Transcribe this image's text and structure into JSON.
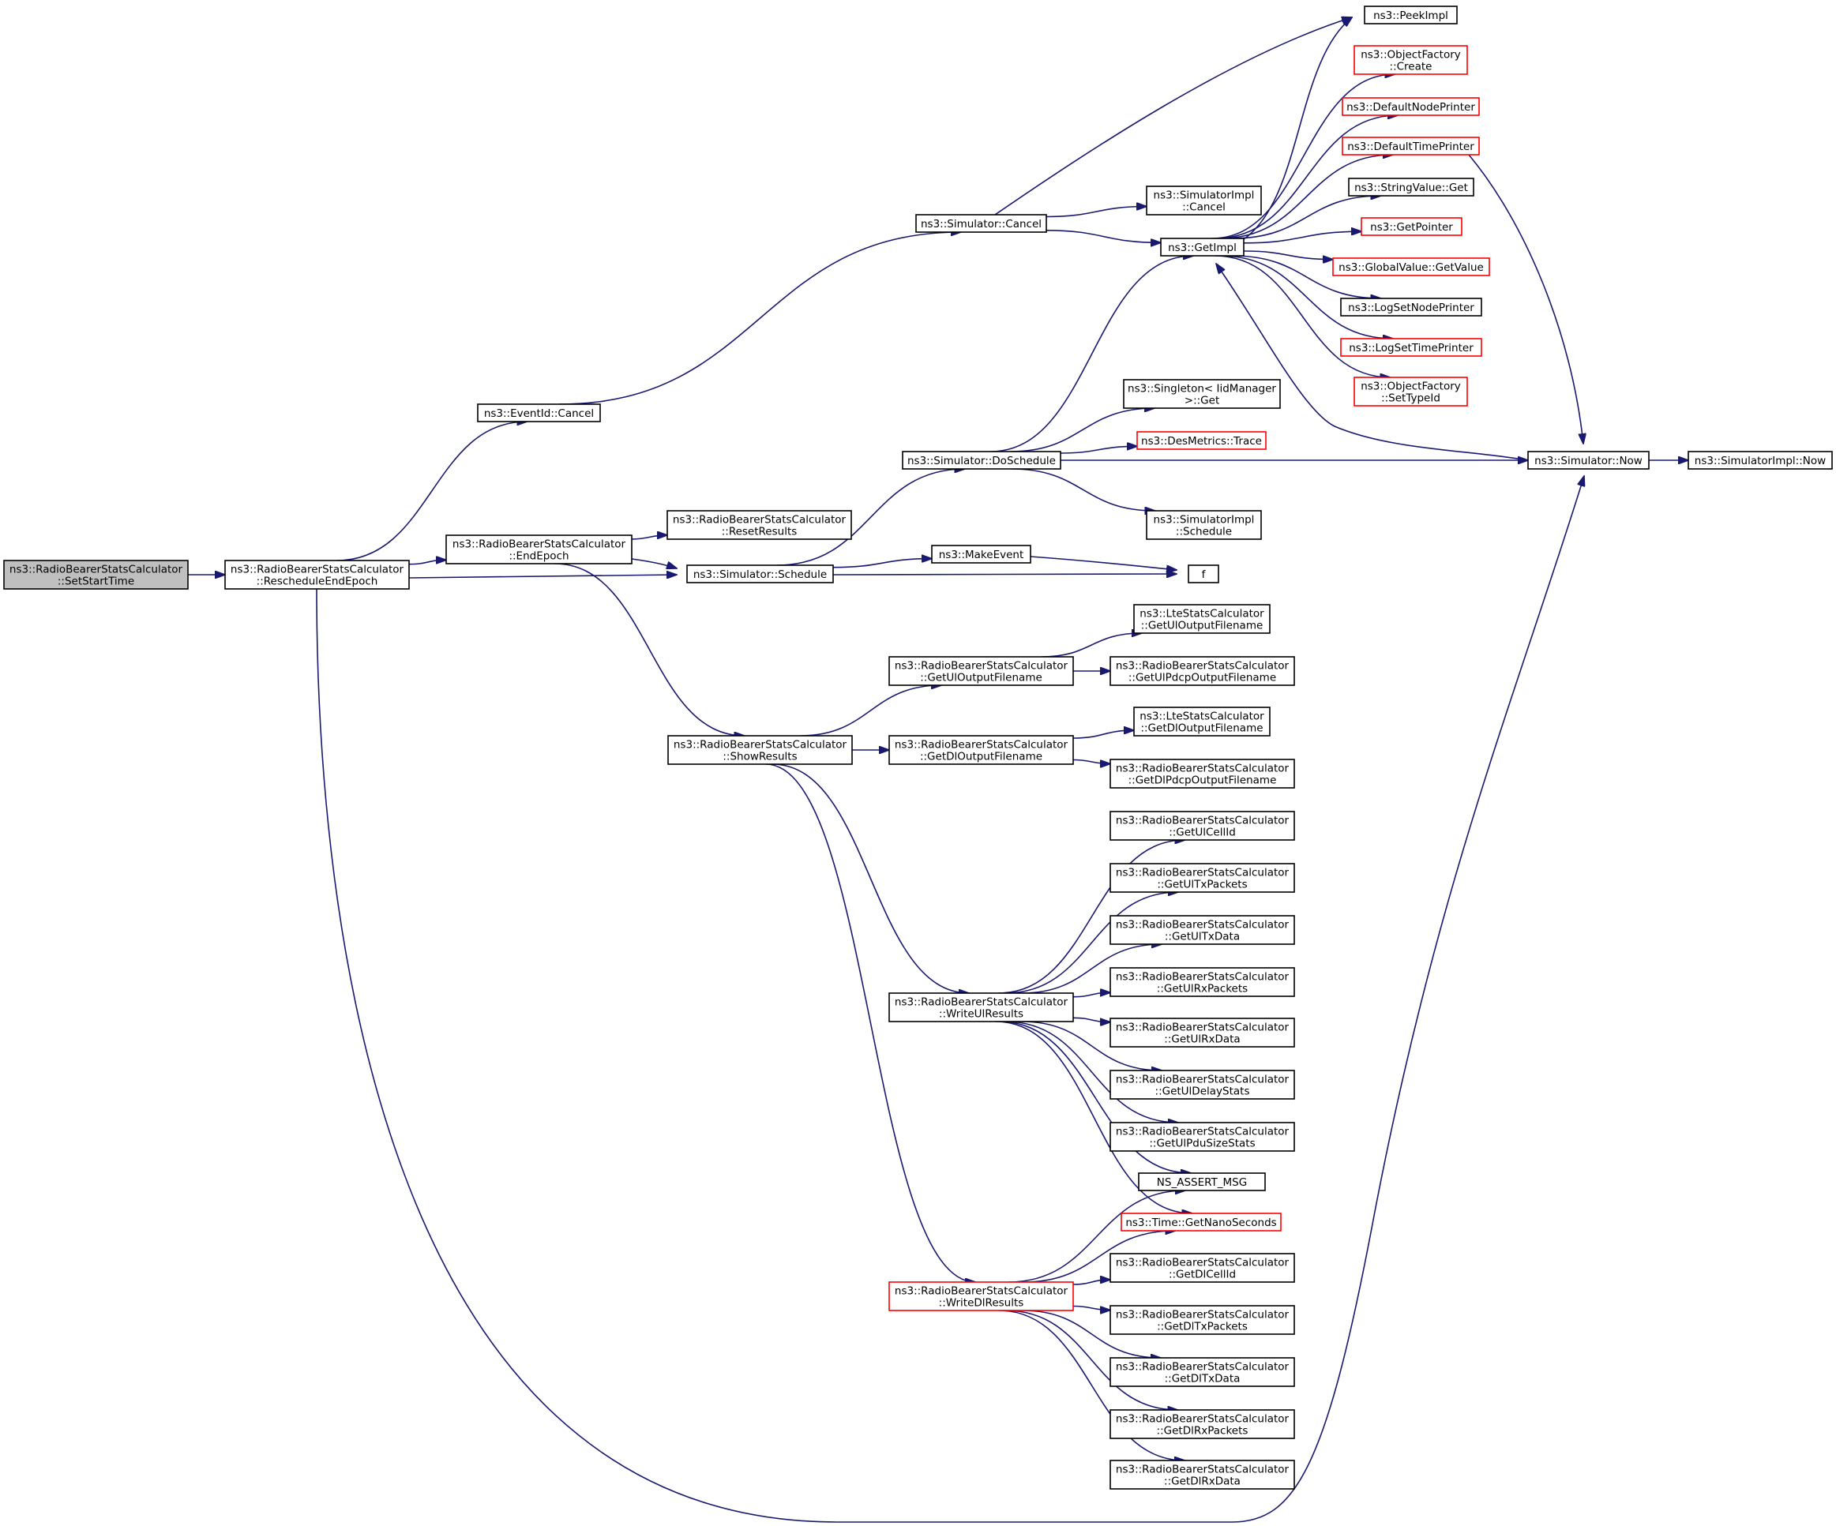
{
  "diagram": {
    "nodes": [
      {
        "id": "root",
        "lines": [
          "ns3::RadioBearerStatsCalculator",
          "::SetStartTime"
        ],
        "style": "root"
      },
      {
        "id": "reschedule",
        "lines": [
          "ns3::RadioBearerStatsCalculator",
          "::RescheduleEndEpoch"
        ],
        "style": "normal"
      },
      {
        "id": "eventcancel",
        "lines": [
          "ns3::EventId::Cancel"
        ],
        "style": "normal"
      },
      {
        "id": "endepoch",
        "lines": [
          "ns3::RadioBearerStatsCalculator",
          "::EndEpoch"
        ],
        "style": "normal"
      },
      {
        "id": "simcancel",
        "lines": [
          "ns3::Simulator::Cancel"
        ],
        "style": "normal"
      },
      {
        "id": "resetresults",
        "lines": [
          "ns3::RadioBearerStatsCalculator",
          "::ResetResults"
        ],
        "style": "normal"
      },
      {
        "id": "schedule",
        "lines": [
          "ns3::Simulator::Schedule"
        ],
        "style": "normal"
      },
      {
        "id": "doschedule",
        "lines": [
          "ns3::Simulator::DoSchedule"
        ],
        "style": "normal"
      },
      {
        "id": "makeevent",
        "lines": [
          "ns3::MakeEvent"
        ],
        "style": "normal"
      },
      {
        "id": "showresults",
        "lines": [
          "ns3::RadioBearerStatsCalculator",
          "::ShowResults"
        ],
        "style": "normal"
      },
      {
        "id": "implcancel",
        "lines": [
          "ns3::SimulatorImpl",
          "::Cancel"
        ],
        "style": "normal"
      },
      {
        "id": "getimpl",
        "lines": [
          "ns3::GetImpl"
        ],
        "style": "normal"
      },
      {
        "id": "singleton",
        "lines": [
          "ns3::Singleton< IidManager",
          " >::Get"
        ],
        "style": "normal"
      },
      {
        "id": "desmetrics",
        "lines": [
          "ns3::DesMetrics::Trace"
        ],
        "style": "red"
      },
      {
        "id": "implschedule",
        "lines": [
          "ns3::SimulatorImpl",
          "::Schedule"
        ],
        "style": "normal"
      },
      {
        "id": "f",
        "lines": [
          "f"
        ],
        "style": "normal"
      },
      {
        "id": "getulout",
        "lines": [
          "ns3::RadioBearerStatsCalculator",
          "::GetUlOutputFilename"
        ],
        "style": "normal"
      },
      {
        "id": "getdlout",
        "lines": [
          "ns3::RadioBearerStatsCalculator",
          "::GetDlOutputFilename"
        ],
        "style": "normal"
      },
      {
        "id": "writeul",
        "lines": [
          "ns3::RadioBearerStatsCalculator",
          "::WriteUlResults"
        ],
        "style": "normal"
      },
      {
        "id": "writedl",
        "lines": [
          "ns3::RadioBearerStatsCalculator",
          "::WriteDlResults"
        ],
        "style": "red"
      },
      {
        "id": "peekimpl",
        "lines": [
          "ns3::PeekImpl"
        ],
        "style": "normal"
      },
      {
        "id": "ofcreate",
        "lines": [
          "ns3::ObjectFactory",
          "::Create"
        ],
        "style": "red"
      },
      {
        "id": "defnode",
        "lines": [
          "ns3::DefaultNodePrinter"
        ],
        "style": "red"
      },
      {
        "id": "deftime",
        "lines": [
          "ns3::DefaultTimePrinter"
        ],
        "style": "red"
      },
      {
        "id": "strget",
        "lines": [
          "ns3::StringValue::Get"
        ],
        "style": "normal"
      },
      {
        "id": "getpointer",
        "lines": [
          "ns3::GetPointer"
        ],
        "style": "red"
      },
      {
        "id": "gvgetvalue",
        "lines": [
          "ns3::GlobalValue::GetValue"
        ],
        "style": "red"
      },
      {
        "id": "logsetnode",
        "lines": [
          "ns3::LogSetNodePrinter"
        ],
        "style": "normal"
      },
      {
        "id": "logsettime",
        "lines": [
          "ns3::LogSetTimePrinter"
        ],
        "style": "red"
      },
      {
        "id": "ofsettypeid",
        "lines": [
          "ns3::ObjectFactory",
          "::SetTypeId"
        ],
        "style": "red"
      },
      {
        "id": "ltegetulout",
        "lines": [
          "ns3::LteStatsCalculator",
          "::GetUlOutputFilename"
        ],
        "style": "normal"
      },
      {
        "id": "getulpdcp",
        "lines": [
          "ns3::RadioBearerStatsCalculator",
          "::GetUlPdcpOutputFilename"
        ],
        "style": "normal"
      },
      {
        "id": "ltegetdlout",
        "lines": [
          "ns3::LteStatsCalculator",
          "::GetDlOutputFilename"
        ],
        "style": "normal"
      },
      {
        "id": "getdlpdcp",
        "lines": [
          "ns3::RadioBearerStatsCalculator",
          "::GetDlPdcpOutputFilename"
        ],
        "style": "normal"
      },
      {
        "id": "getulcellid",
        "lines": [
          "ns3::RadioBearerStatsCalculator",
          "::GetUlCellId"
        ],
        "style": "normal"
      },
      {
        "id": "getultxpackets",
        "lines": [
          "ns3::RadioBearerStatsCalculator",
          "::GetUlTxPackets"
        ],
        "style": "normal"
      },
      {
        "id": "getultxdata",
        "lines": [
          "ns3::RadioBearerStatsCalculator",
          "::GetUlTxData"
        ],
        "style": "normal"
      },
      {
        "id": "getulrxpackets",
        "lines": [
          "ns3::RadioBearerStatsCalculator",
          "::GetUlRxPackets"
        ],
        "style": "normal"
      },
      {
        "id": "getulrxdata",
        "lines": [
          "ns3::RadioBearerStatsCalculator",
          "::GetUlRxData"
        ],
        "style": "normal"
      },
      {
        "id": "getuldelay",
        "lines": [
          "ns3::RadioBearerStatsCalculator",
          "::GetUlDelayStats"
        ],
        "style": "normal"
      },
      {
        "id": "getulpdu",
        "lines": [
          "ns3::RadioBearerStatsCalculator",
          "::GetUlPduSizeStats"
        ],
        "style": "normal"
      },
      {
        "id": "nsassert",
        "lines": [
          "NS_ASSERT_MSG"
        ],
        "style": "normal"
      },
      {
        "id": "getnano",
        "lines": [
          "ns3::Time::GetNanoSeconds"
        ],
        "style": "red"
      },
      {
        "id": "getdlcellid",
        "lines": [
          "ns3::RadioBearerStatsCalculator",
          "::GetDlCellId"
        ],
        "style": "normal"
      },
      {
        "id": "getdltxpackets",
        "lines": [
          "ns3::RadioBearerStatsCalculator",
          "::GetDlTxPackets"
        ],
        "style": "normal"
      },
      {
        "id": "getdltxdata",
        "lines": [
          "ns3::RadioBearerStatsCalculator",
          "::GetDlTxData"
        ],
        "style": "normal"
      },
      {
        "id": "getdlrxpackets",
        "lines": [
          "ns3::RadioBearerStatsCalculator",
          "::GetDlRxPackets"
        ],
        "style": "normal"
      },
      {
        "id": "getdlrxdata",
        "lines": [
          "ns3::RadioBearerStatsCalculator",
          "::GetDlRxData"
        ],
        "style": "normal"
      },
      {
        "id": "simnow",
        "lines": [
          "ns3::Simulator::Now"
        ],
        "style": "normal"
      },
      {
        "id": "implnow",
        "lines": [
          "ns3::SimulatorImpl::Now"
        ],
        "style": "normal"
      }
    ],
    "edges": [
      [
        "root",
        "reschedule"
      ],
      [
        "reschedule",
        "eventcancel"
      ],
      [
        "reschedule",
        "endepoch"
      ],
      [
        "reschedule",
        "schedule"
      ],
      [
        "reschedule",
        "simnow"
      ],
      [
        "eventcancel",
        "simcancel"
      ],
      [
        "simcancel",
        "peekimpl"
      ],
      [
        "simcancel",
        "implcancel"
      ],
      [
        "simcancel",
        "getimpl"
      ],
      [
        "endepoch",
        "resetresults"
      ],
      [
        "endepoch",
        "schedule"
      ],
      [
        "endepoch",
        "showresults"
      ],
      [
        "schedule",
        "doschedule"
      ],
      [
        "schedule",
        "makeevent"
      ],
      [
        "schedule",
        "f"
      ],
      [
        "makeevent",
        "f"
      ],
      [
        "doschedule",
        "getimpl"
      ],
      [
        "doschedule",
        "singleton"
      ],
      [
        "doschedule",
        "desmetrics"
      ],
      [
        "doschedule",
        "simnow"
      ],
      [
        "doschedule",
        "implschedule"
      ],
      [
        "getimpl",
        "peekimpl"
      ],
      [
        "getimpl",
        "ofcreate"
      ],
      [
        "getimpl",
        "defnode"
      ],
      [
        "getimpl",
        "deftime"
      ],
      [
        "getimpl",
        "strget"
      ],
      [
        "getimpl",
        "getpointer"
      ],
      [
        "getimpl",
        "gvgetvalue"
      ],
      [
        "getimpl",
        "logsetnode"
      ],
      [
        "getimpl",
        "logsettime"
      ],
      [
        "getimpl",
        "ofsettypeid"
      ],
      [
        "deftime",
        "simnow"
      ],
      [
        "simnow",
        "getimpl"
      ],
      [
        "simnow",
        "implnow"
      ],
      [
        "showresults",
        "getulout"
      ],
      [
        "showresults",
        "getdlout"
      ],
      [
        "showresults",
        "writeul"
      ],
      [
        "showresults",
        "writedl"
      ],
      [
        "getulout",
        "ltegetulout"
      ],
      [
        "getulout",
        "getulpdcp"
      ],
      [
        "getdlout",
        "ltegetdlout"
      ],
      [
        "getdlout",
        "getdlpdcp"
      ],
      [
        "writeul",
        "getulcellid"
      ],
      [
        "writeul",
        "getultxpackets"
      ],
      [
        "writeul",
        "getultxdata"
      ],
      [
        "writeul",
        "getulrxpackets"
      ],
      [
        "writeul",
        "getulrxdata"
      ],
      [
        "writeul",
        "getuldelay"
      ],
      [
        "writeul",
        "getulpdu"
      ],
      [
        "writeul",
        "nsassert"
      ],
      [
        "writeul",
        "getnano"
      ],
      [
        "writedl",
        "nsassert"
      ],
      [
        "writedl",
        "getnano"
      ],
      [
        "writedl",
        "getdlcellid"
      ],
      [
        "writedl",
        "getdltxpackets"
      ],
      [
        "writedl",
        "getdltxdata"
      ],
      [
        "writedl",
        "getdlrxpackets"
      ],
      [
        "writedl",
        "getdlrxdata"
      ]
    ],
    "colors": {
      "edge": "#191970",
      "node_border": "#000000",
      "highlight_border": "#ff0000",
      "root_fill": "#bfbfbf"
    }
  }
}
